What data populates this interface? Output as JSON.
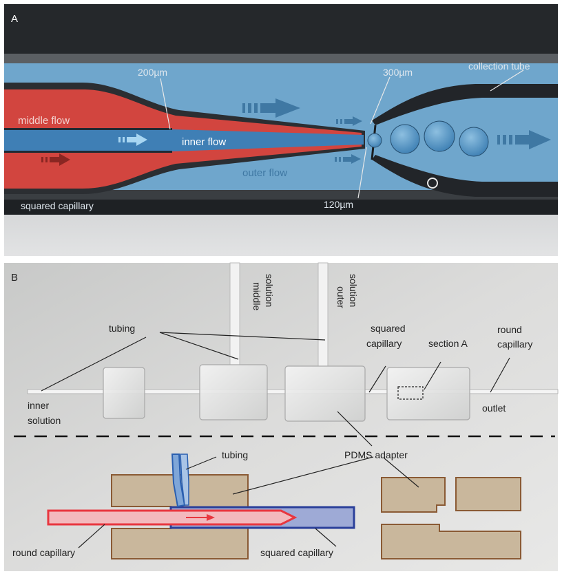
{
  "panel_a": {
    "letter": "A",
    "labels": {
      "collection_tube": "collection tube",
      "size_200": "200µm",
      "size_300": "300µm",
      "size_120": "120µm",
      "middle_flow": "middle flow",
      "inner_flow": "inner flow",
      "outer_flow": "outer flow",
      "squared_capillary": "squared capillary"
    },
    "colors": {
      "outer_phase": "#6fa6cc",
      "middle_phase": "#d2453f",
      "inner_phase": "#3f7fb5",
      "glass_dark": "#1c1f22"
    }
  },
  "panel_b": {
    "letter": "B",
    "labels": {
      "tubing": "tubing",
      "middle_solution_1": "middle",
      "middle_solution_2": "solution",
      "outer_solution_1": "outer",
      "outer_solution_2": "solution",
      "squared_capillary_1": "squared",
      "squared_capillary_2": "capillary",
      "section_a": "section A",
      "round_capillary_1": "round",
      "round_capillary_2": "capillary",
      "inner_solution_1": "inner",
      "inner_solution_2": "solution",
      "outlet": "outlet"
    }
  },
  "schematic": {
    "labels": {
      "tubing": "tubing",
      "pdms_adapter": "PDMS adapter",
      "round_capillary": "round capillary",
      "squared_capillary": "squared capillary"
    },
    "colors": {
      "pdms_fill": "#c9b79c",
      "pdms_stroke": "#8a5a34",
      "round_capillary": "#e8363f",
      "squared_capillary": "#2a3f9a"
    }
  }
}
